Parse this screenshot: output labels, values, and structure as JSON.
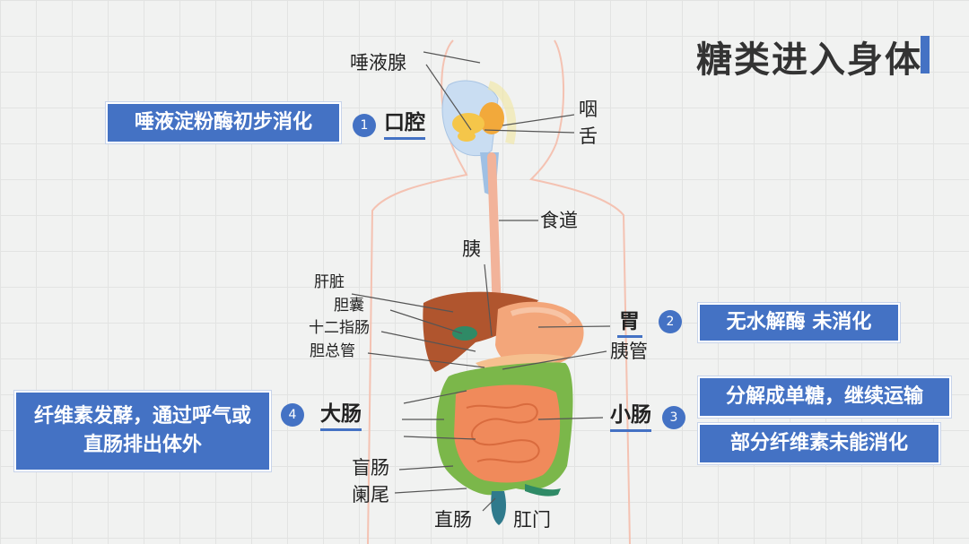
{
  "title": "糖类进入身体",
  "steps": [
    {
      "num": "1",
      "organ": "口腔",
      "notes": [
        "唾液淀粉酶初步消化"
      ]
    },
    {
      "num": "2",
      "organ": "胃",
      "notes": [
        "无水解酶 未消化"
      ]
    },
    {
      "num": "3",
      "organ": "小肠",
      "notes": [
        "分解成单糖，继续运输",
        "部分纤维素未能消化"
      ]
    },
    {
      "num": "4",
      "organ": "大肠",
      "notes": [
        "纤维素发酵，通过呼气或",
        "直肠排出体外"
      ]
    }
  ],
  "labels": {
    "salivary_gland": "唾液腺",
    "pharynx": "咽",
    "tongue": "舌",
    "esophagus": "食道",
    "pancreas": "胰",
    "liver": "肝脏",
    "gallbladder": "胆囊",
    "duodenum": "十二指肠",
    "bile_duct": "胆总管",
    "pancreatic_duct": "胰管",
    "cecum": "盲肠",
    "appendix": "阑尾",
    "rectum": "直肠",
    "anus": "肛门"
  },
  "colors": {
    "accent": "#4472c4",
    "liver": "#b0552e",
    "stomach": "#f3a67a",
    "small_intestine": "#f08a5b",
    "large_intestine": "#7bb74a"
  }
}
